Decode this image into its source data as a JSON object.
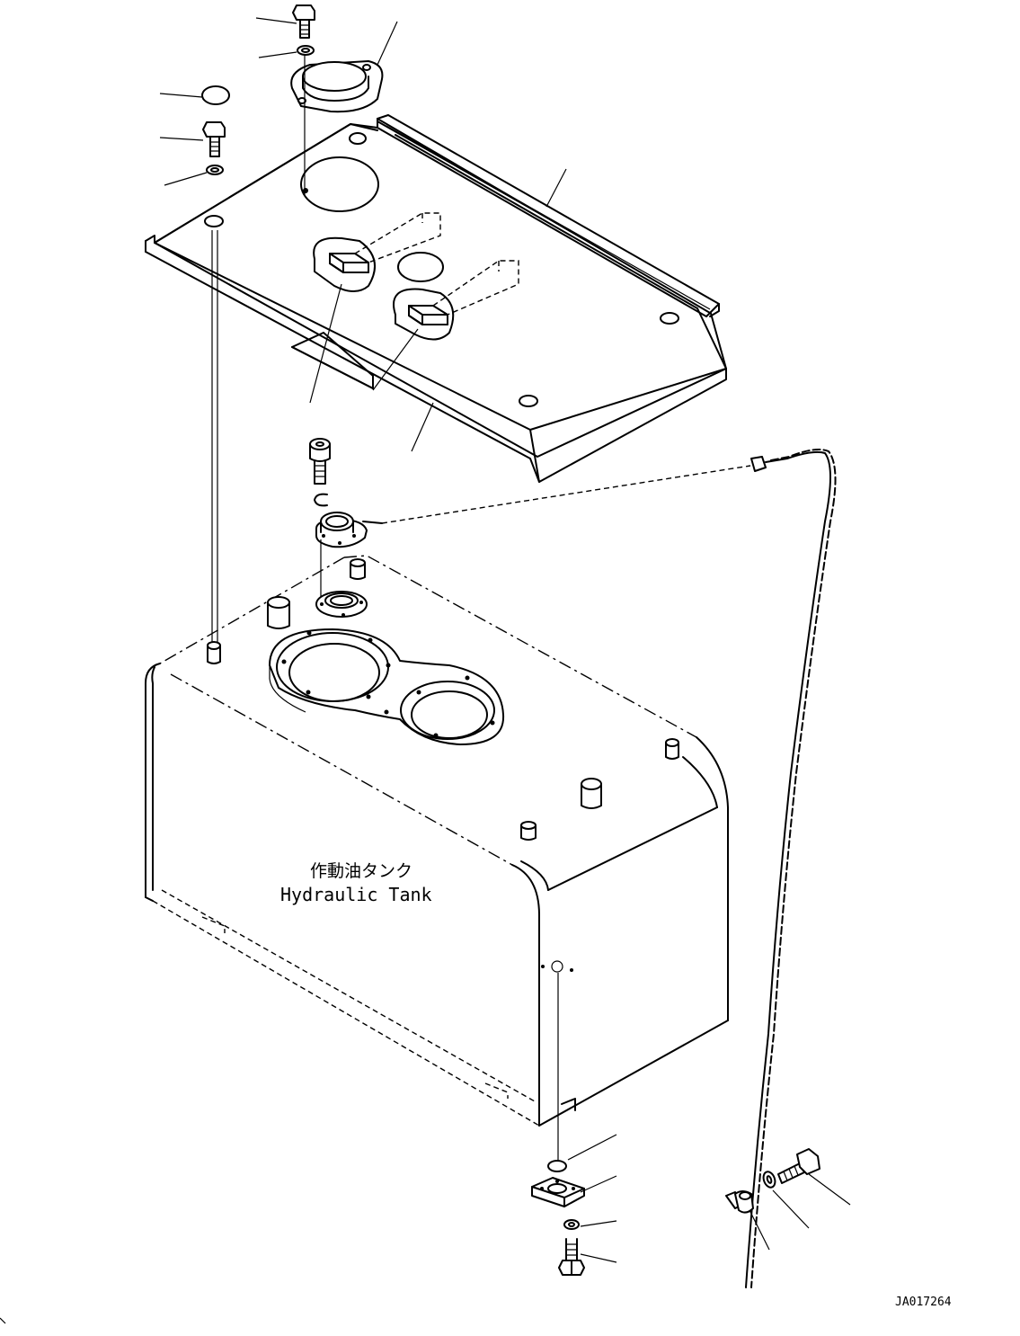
{
  "diagram": {
    "labels": {
      "jp_name": "作動油タンク",
      "en_name": "Hydraulic Tank",
      "drawing_code": "JA017264"
    },
    "parts": [
      {
        "name": "top-bolt",
        "icon": "hex-bolt-icon"
      },
      {
        "name": "top-washer",
        "icon": "washer-icon"
      },
      {
        "name": "breather-cap",
        "icon": "cap-icon"
      },
      {
        "name": "rubber-plug",
        "icon": "plug-icon"
      },
      {
        "name": "left-bolt",
        "icon": "hex-bolt-icon"
      },
      {
        "name": "left-washer",
        "icon": "washer-icon"
      },
      {
        "name": "cover-plate",
        "icon": "cover-icon"
      },
      {
        "name": "rail-strip",
        "icon": "strip-icon"
      },
      {
        "name": "cushion-pads",
        "icon": "pad-icon"
      },
      {
        "name": "socket-bolt",
        "icon": "socket-bolt-icon"
      },
      {
        "name": "snap-ring",
        "icon": "ring-icon"
      },
      {
        "name": "level-sensor",
        "icon": "sensor-icon"
      },
      {
        "name": "sensor-cable",
        "icon": "cable-icon"
      },
      {
        "name": "hydraulic-tank",
        "icon": "tank-icon"
      },
      {
        "name": "drain-oring",
        "icon": "oring-icon"
      },
      {
        "name": "drain-flange",
        "icon": "flange-icon"
      },
      {
        "name": "drain-washer",
        "icon": "washer-icon"
      },
      {
        "name": "drain-bolt",
        "icon": "hex-bolt-icon"
      },
      {
        "name": "cable-clamp",
        "icon": "clamp-icon"
      },
      {
        "name": "clamp-washer",
        "icon": "washer-icon"
      },
      {
        "name": "clamp-bolt",
        "icon": "hex-bolt-icon"
      }
    ]
  }
}
